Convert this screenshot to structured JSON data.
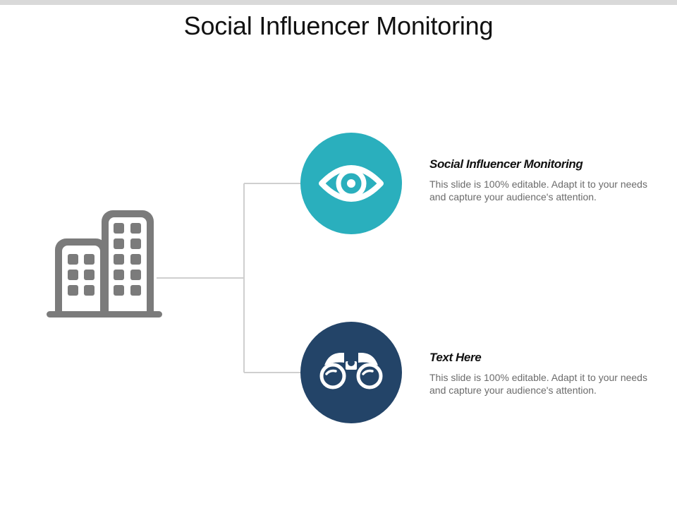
{
  "slide": {
    "title": "Social Influencer Monitoring"
  },
  "colors": {
    "teal": "#2aafbd",
    "navy": "#234468",
    "building_gray": "#7b7b7b",
    "connector_gray": "#cfcfcf"
  },
  "items": [
    {
      "icon": "eye-icon",
      "heading": "Social Influencer Monitoring",
      "body": "This slide is 100% editable. Adapt it to your needs and capture your audience's attention."
    },
    {
      "icon": "binoculars-icon",
      "heading": "Text Here",
      "body": "This slide is 100% editable. Adapt it to your needs and capture your audience's attention."
    }
  ],
  "source_icon": "building-icon"
}
